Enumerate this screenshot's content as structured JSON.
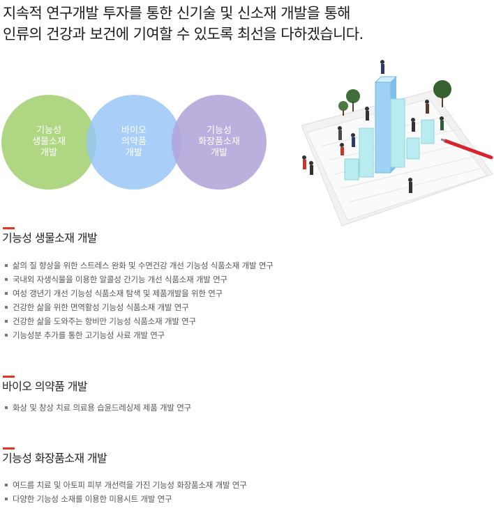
{
  "headline": {
    "line1": "지속적 연구개발 투자를 통한 신기술 및 신소재 개발을 통해",
    "line2": "인류의 건강과 보건에 기여할 수 있도록 최선을 다하겠습니다."
  },
  "venn": [
    {
      "label": "기능성\n생물소재\n개발",
      "color": "#a8d278"
    },
    {
      "label": "바이오\n의약품\n개발",
      "color": "#96c4f8"
    },
    {
      "label": "기능성\n화장품소재\n개발",
      "color": "#b0a4d8"
    }
  ],
  "sections": [
    {
      "title": "기능성 생물소재 개발",
      "items": [
        "삶의 질 향상을 위한 스트레스 완화 및 수면건강 개선 기능성 식품소재 개발 연구",
        "국내외 자생식물을 이용한 알콜성 간기능 개선 식품소재 개발 연구",
        "여성 갱년기 개선 기능성 식품소재 탐색 및 제품개발을 위한 연구",
        "건강한 삶을 위한 면역활성 기능성 식품소재 개발 연구",
        "건강한 삶을 도와주는 항비만 기능성 식품소재 개발 연구",
        "기능성분 추가를 통한 고기능성 사료 개발 연구"
      ]
    },
    {
      "title": "바이오 의약품 개발",
      "items": [
        "화상 및 창상 치료 의료용 습윤드레싱제 제품 개발 연구"
      ]
    },
    {
      "title": "기능성 화장품소재 개발",
      "items": [
        "여드름 치료 및 아토피 피부 개선력을 가진 기능성 화장품소재 개발 연구",
        "다양한 기능성 소재를 이용한 미용시트 개발 연구"
      ]
    }
  ],
  "colors": {
    "accent": "#e4361f",
    "bar_fill": "#b9ecf0",
    "pen": "#d8252b"
  },
  "illustration": {
    "icon": "business-chart-illustration"
  }
}
